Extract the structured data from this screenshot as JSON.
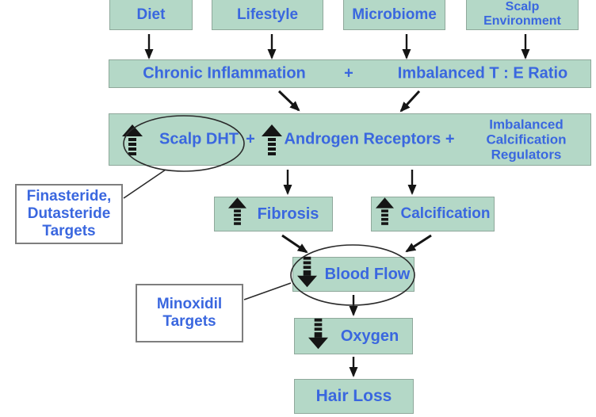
{
  "diagram_title": "Hair loss pathophysiology flowchart",
  "nodes": {
    "diet": {
      "label": "Diet"
    },
    "lifestyle": {
      "label": "Lifestyle"
    },
    "microbiome": {
      "label": "Microbiome"
    },
    "scalp_environment": {
      "line1": "Scalp",
      "line2": "Environment"
    },
    "inflammation_row": {
      "left": "Chronic Inflammation",
      "operator": "+",
      "right": "Imbalanced T : E Ratio"
    },
    "dht_row": {
      "scalp_dht": "Scalp DHT",
      "plus": "+",
      "androgen": "Androgen Receptors +",
      "calc_line1": "Imbalanced",
      "calc_line2": "Calcification",
      "calc_line3": "Regulators"
    },
    "fibrosis": {
      "label": "Fibrosis"
    },
    "calcification": {
      "label": "Calcification"
    },
    "blood_flow": {
      "label": "Blood Flow"
    },
    "oxygen": {
      "label": "Oxygen"
    },
    "hair_loss": {
      "label": "Hair Loss"
    }
  },
  "callouts": {
    "finasteride": {
      "line1": "Finasteride,",
      "line2": "Dutasteride",
      "line3": "Targets"
    },
    "minoxidil": {
      "line1": "Minoxidil",
      "line2": "Targets"
    }
  },
  "icons": {
    "increase": "increase-arrow (bold up arrow with dashed tail)",
    "decrease": "decrease-arrow (bold down arrow with dashed tail)"
  },
  "colors": {
    "box_fill": "#b4d8c7",
    "box_border": "#8fa89b",
    "text_blue": "#3a67df",
    "callout_border": "#7e7e7e",
    "arrow_black": "#151515"
  }
}
